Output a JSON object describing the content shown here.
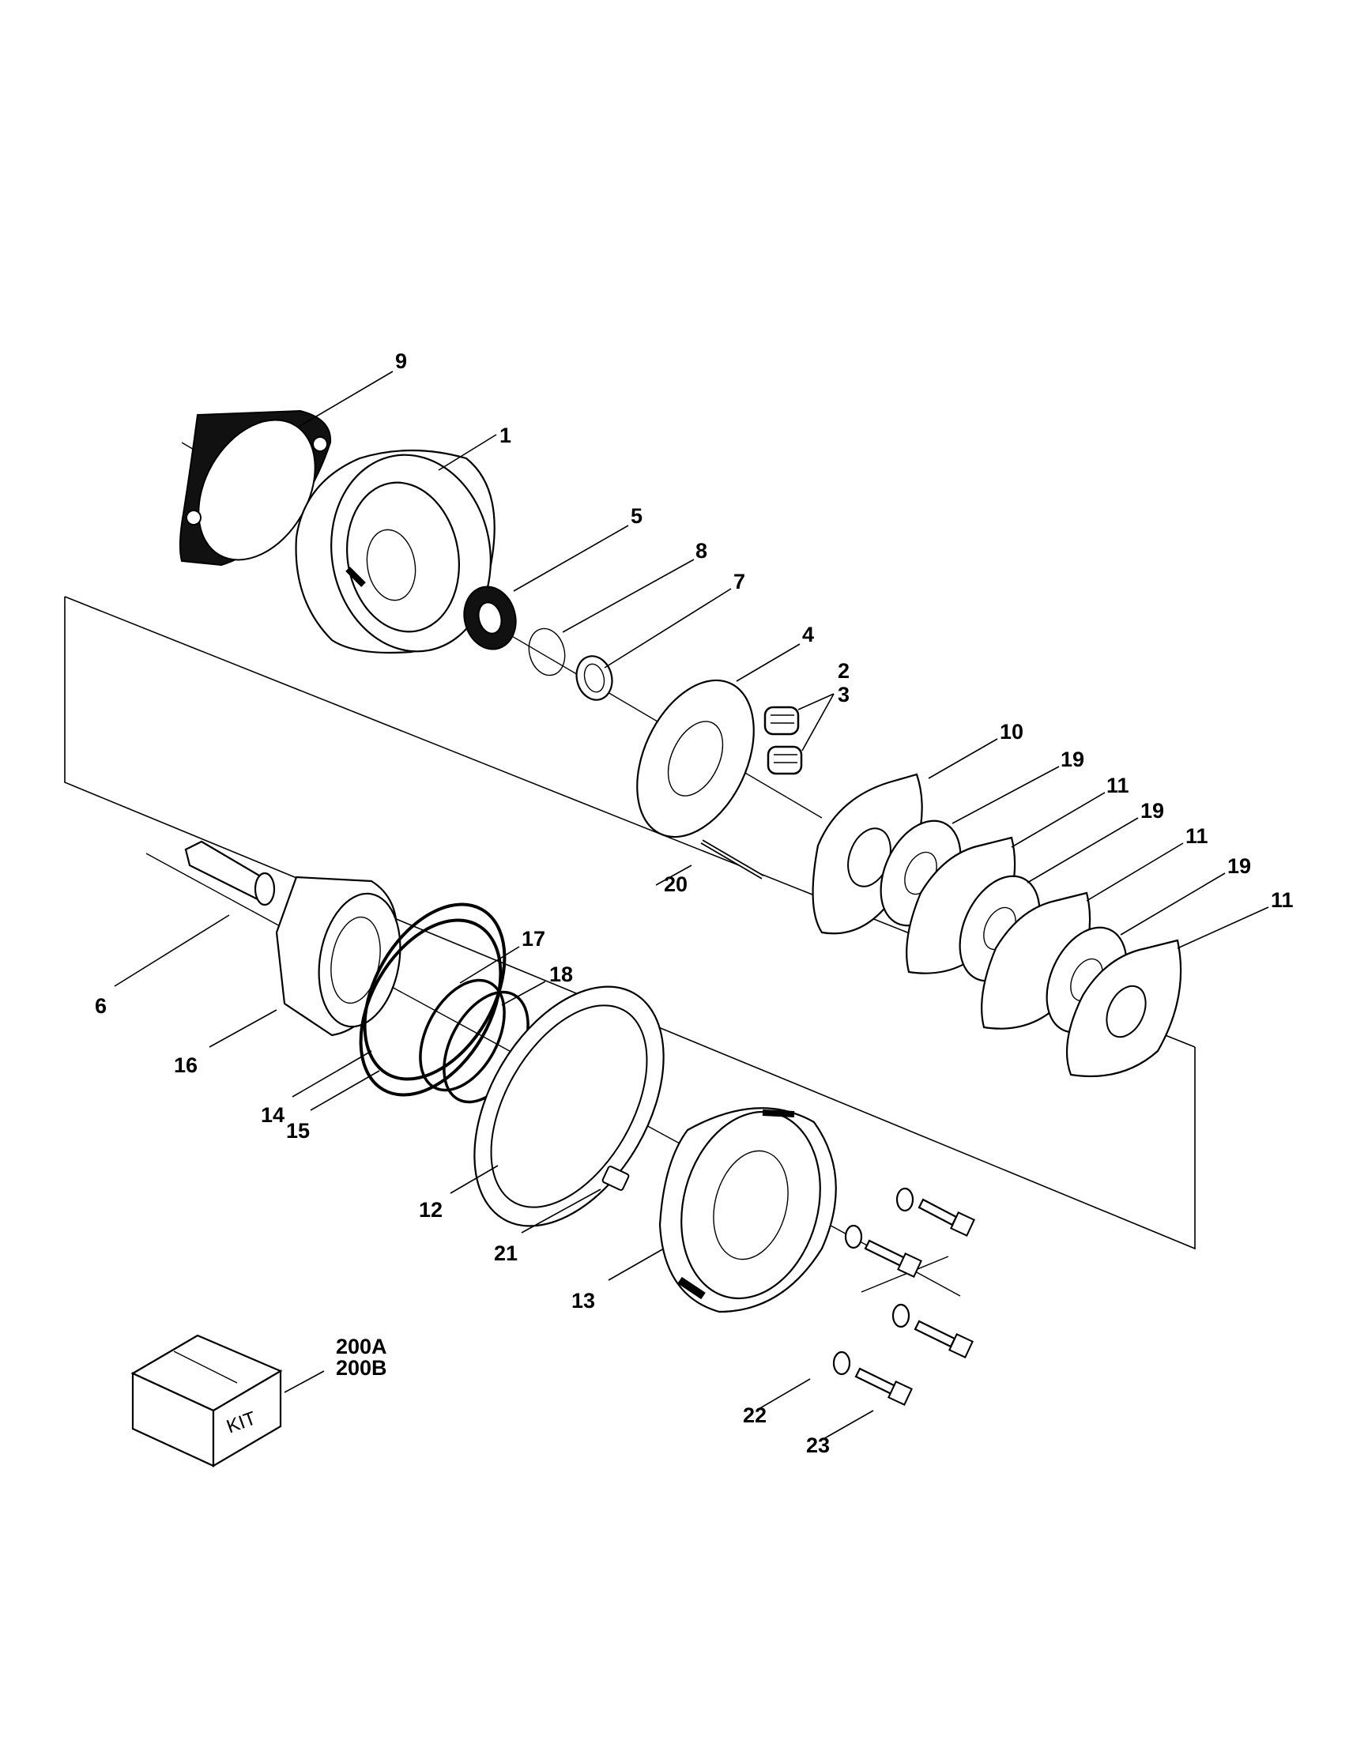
{
  "callouts": {
    "c9": "9",
    "c1": "1",
    "c5": "5",
    "c8": "8",
    "c7": "7",
    "c4": "4",
    "c2": "2",
    "c3": "3",
    "c10": "10",
    "c19a": "19",
    "c11a": "11",
    "c19b": "19",
    "c11b": "11",
    "c19c": "19",
    "c11c": "11",
    "c20": "20",
    "c6": "6",
    "c16": "16",
    "c17": "17",
    "c18": "18",
    "c14": "14",
    "c15": "15",
    "c12": "12",
    "c21": "21",
    "c13": "13",
    "c22": "22",
    "c23": "23",
    "c200a": "200A",
    "c200b": "200B"
  },
  "kit_label": "KIT"
}
